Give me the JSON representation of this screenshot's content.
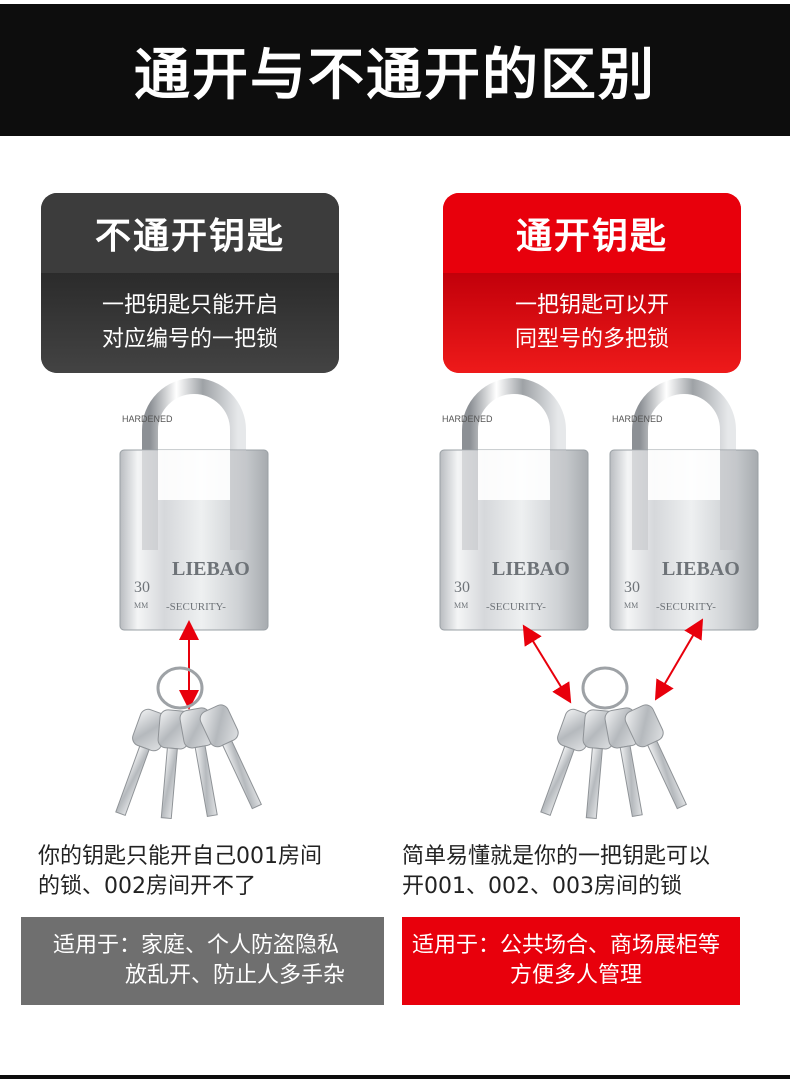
{
  "header": {
    "title": "通开与不通开的区别"
  },
  "left_card": {
    "title": "不通开钥匙",
    "line1": "一把钥匙只能开启",
    "line2": "对应编号的一把锁"
  },
  "right_card": {
    "title": "通开钥匙",
    "line1": "一把钥匙可以开",
    "line2": "同型号的多把锁"
  },
  "padlock": {
    "brand": "LIEBAO",
    "size": "30",
    "size_unit": "MM",
    "label": "-SECURITY-",
    "shackle_text": "HARDENED"
  },
  "left_desc": {
    "line1": "你的钥匙只能开自己001房间",
    "line2": "的锁、002房间开不了"
  },
  "right_desc": {
    "line1": "简单易懂就是你的一把钥匙可以",
    "line2": "开001、002、003房间的锁"
  },
  "left_scope": {
    "line1": "适用于：家庭、个人防盗隐私",
    "line2": "放乱开、防止人多手杂"
  },
  "right_scope": {
    "line1": "适用于：公共场合、商场展柜等",
    "line2": "方便多人管理"
  },
  "colors": {
    "accent_red": "#e8000c",
    "dark": "#3c3c3c",
    "gray": "#6f6f6f",
    "banner": "#0d0d0d"
  }
}
